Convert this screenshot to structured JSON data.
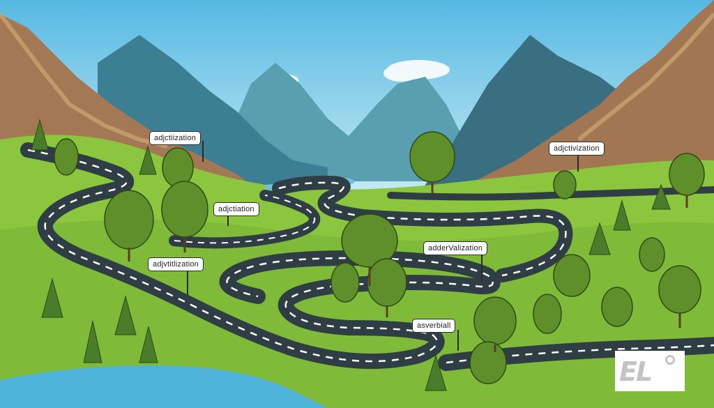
{
  "labels": {
    "top_left": "adjctiization",
    "top_right": "adjctivization",
    "center_left": "adjctiation",
    "left": "adjvtitlization",
    "center": "adderValization",
    "bottom": "asverbiall"
  },
  "logo": {
    "text": "EL"
  },
  "colors": {
    "sky": "#7cc9e8",
    "grass": "#8cc63f",
    "road": "#2f3d45",
    "water": "#4fb3d9",
    "mountain_brown": "#a47755",
    "mountain_blue": "#4a8fa0"
  }
}
